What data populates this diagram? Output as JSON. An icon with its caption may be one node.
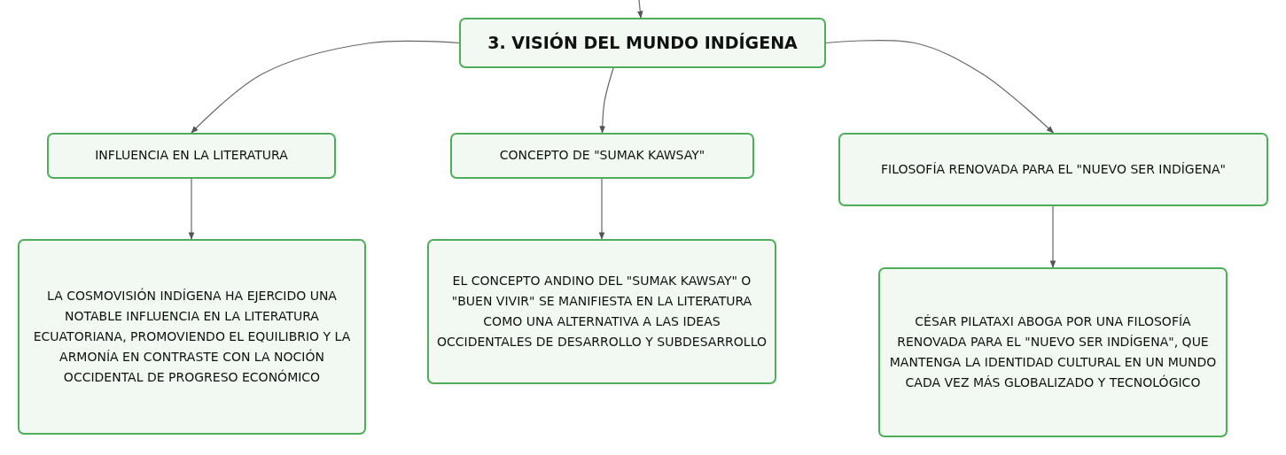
{
  "diagram": {
    "nodes": [
      {
        "text": [
          "3. VISIÓN DEL MUNDO INDÍGENA"
        ]
      },
      {
        "text": [
          "INFLUENCIA EN LA LITERATURA"
        ]
      },
      {
        "text": [
          "CONCEPTO DE \"SUMAK KAWSAY\""
        ]
      },
      {
        "text": [
          "FILOSOFÍA RENOVADA PARA EL \"NUEVO SER INDÍGENA\""
        ]
      },
      {
        "text": [
          "LA COSMOVISIÓN INDÍGENA HA EJERCIDO UNA NOTABLE INFLUENCIA EN LA LITERATURA ECUATORIANA, PROMOVIENDO EL EQUILIBRIO Y LA ARMONÍA EN CONTRASTE CON LA NOCIÓN OCCIDENTAL DE PROGRESO ECONÓMICO"
        ]
      },
      {
        "text": [
          "EL CONCEPTO ANDINO DEL \"SUMAK KAWSAY\" O \"BUEN VIVIR\" SE MANIFIESTA EN LA LITERATURA COMO UNA ALTERNATIVA A LAS IDEAS OCCIDENTALES DE DESARROLLO Y SUBDESARROLLO"
        ]
      },
      {
        "text": [
          "CÉSAR PILATAXI ABOGA POR UNA FILOSOFÍA RENOVADA PARA EL \"NUEVO SER INDÍGENA\", QUE MANTENGA LA IDENTIDAD CULTURAL EN UN MUNDO CADA VEZ MÁS GLOBALIZADO Y TECNOLÓGICO"
        ]
      }
    ],
    "edges": [
      {
        "from": null,
        "to": 0,
        "arrow": "to"
      },
      {
        "from": 0,
        "to": 1,
        "arrow": "to"
      },
      {
        "from": 0,
        "to": 2,
        "arrow": "to"
      },
      {
        "from": 0,
        "to": 3,
        "arrow": "to"
      },
      {
        "from": 1,
        "to": 4,
        "arrow": "to"
      },
      {
        "from": 2,
        "to": 5,
        "arrow": "to"
      },
      {
        "from": 3,
        "to": 6,
        "arrow": "to"
      }
    ]
  }
}
